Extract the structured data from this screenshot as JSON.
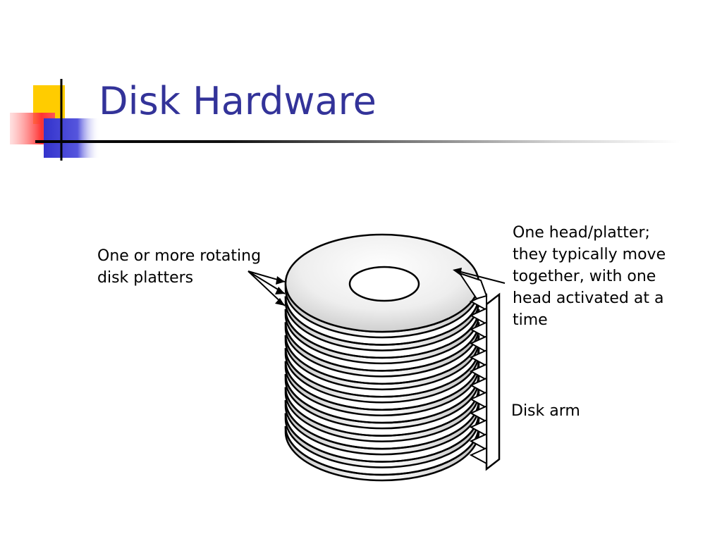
{
  "slide": {
    "title": "Disk Hardware"
  },
  "labels": {
    "platters": [
      "One or more rotating",
      "disk platters"
    ],
    "heads": [
      "One head/platter;",
      "they typically move",
      "together, with one",
      "head activated at a",
      "time"
    ],
    "arm": "Disk arm"
  },
  "diagram": {
    "platter_count": 12
  },
  "colors": {
    "title": "#333399",
    "accent_yellow": "#ffcc00",
    "accent_red": "#ff3333",
    "accent_blue": "#3333cc"
  }
}
